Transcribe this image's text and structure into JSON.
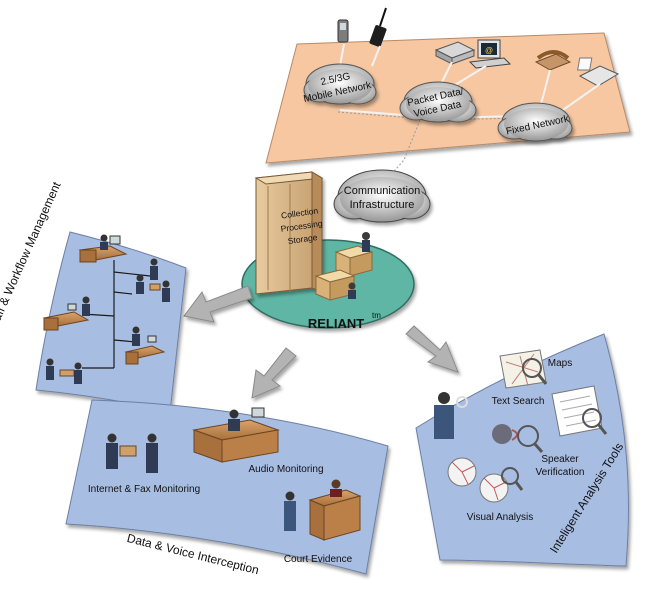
{
  "network": {
    "clouds": [
      {
        "id": "mobile",
        "lines": [
          "2.5/3G",
          "Mobile Network"
        ]
      },
      {
        "id": "packet",
        "lines": [
          "Packet Data/",
          "Voice Data"
        ]
      },
      {
        "id": "fixed",
        "lines": [
          "Fixed Network"
        ]
      }
    ],
    "communication": {
      "lines": [
        "Communication",
        "Infrastructure"
      ]
    }
  },
  "hub": {
    "rack_lines": [
      "Collection",
      "Processing",
      "Storage"
    ],
    "brand": "RELIANT",
    "brand_sup": "tm"
  },
  "panels": {
    "staff": {
      "title": "Staff & Workflow Management"
    },
    "interception": {
      "title": "Data & Voice Interception",
      "items": [
        "Internet & Fax Monitoring",
        "Audio Monitoring",
        "Court Evidence"
      ]
    },
    "analysis": {
      "title": "Inteligent Analysis Tools",
      "items": [
        "Maps",
        "Text Search",
        "Speaker",
        "Verification",
        "Visual Analysis"
      ]
    }
  },
  "colors": {
    "network_panel": "#f6c7a1",
    "panel_blue": "#a8bde2",
    "hub_teal": "#5fb6a4",
    "arrow_gray": "#b3b3b3"
  }
}
